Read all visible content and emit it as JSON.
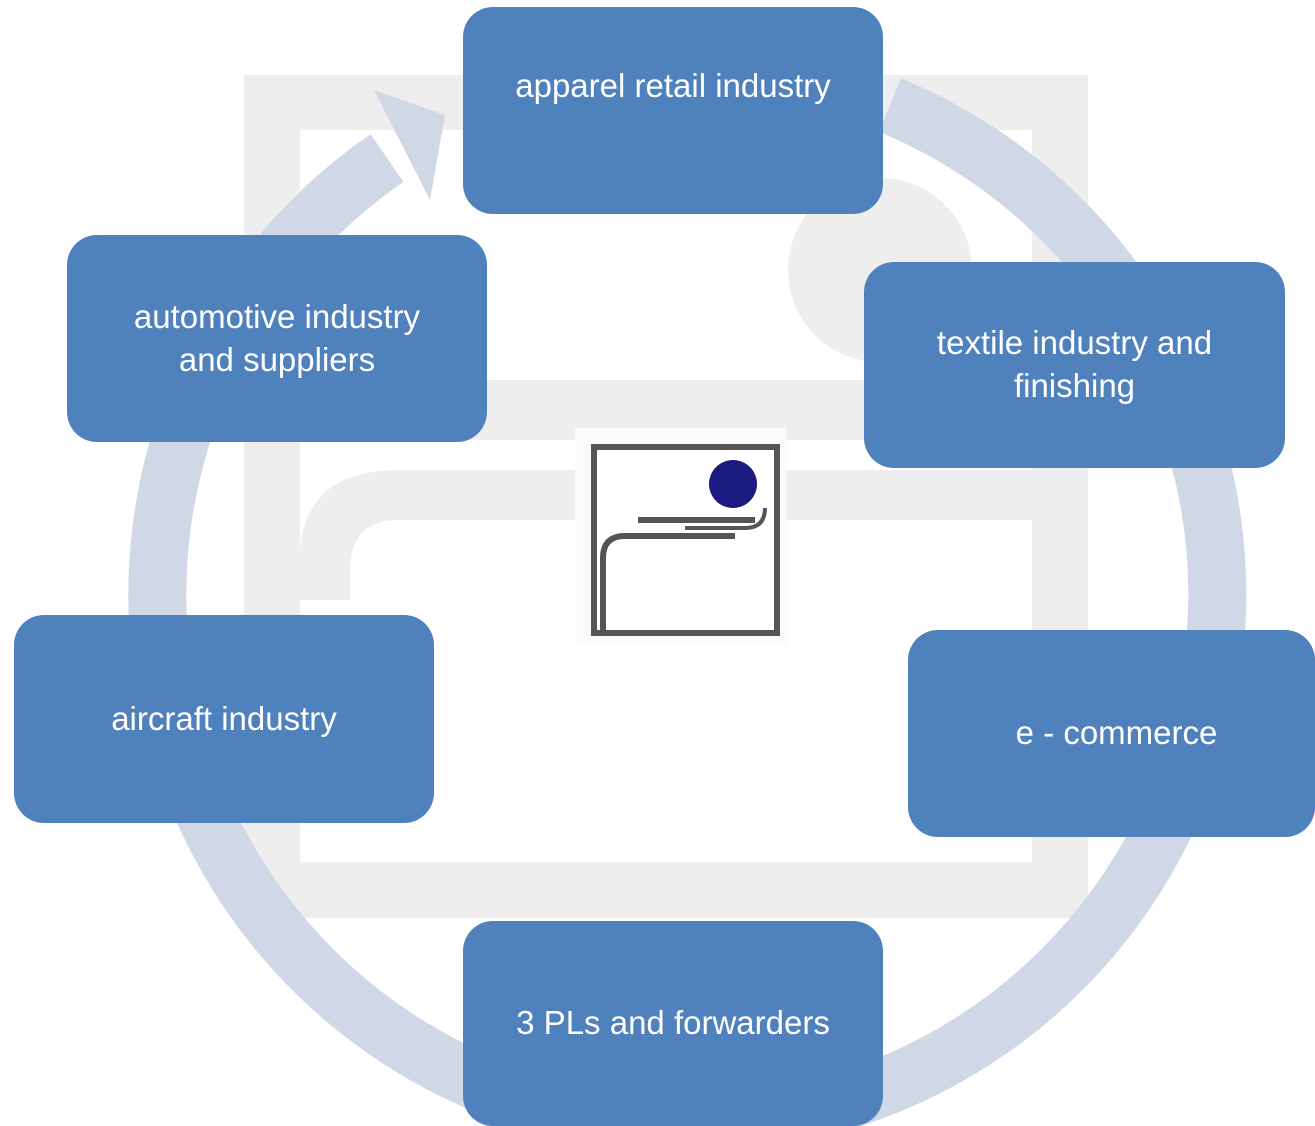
{
  "diagram": {
    "type": "cycle",
    "direction": "clockwise",
    "colors": {
      "node_fill": "#4f81bd",
      "node_text": "#ffffff",
      "arrow": "#d0d8e8",
      "watermark": "#eeeeee"
    },
    "nodes": [
      {
        "id": "apparel",
        "label": "apparel retail industry"
      },
      {
        "id": "textile",
        "label": "textile industry and finishing"
      },
      {
        "id": "ecommerce",
        "label": "e - commerce"
      },
      {
        "id": "3pl",
        "label": "3 PLs and forwarders"
      },
      {
        "id": "aircraft",
        "label": "aircraft industry"
      },
      {
        "id": "automotive",
        "label": "automotive industry and suppliers"
      }
    ],
    "center_logo_icon": "company-logo-icon"
  }
}
